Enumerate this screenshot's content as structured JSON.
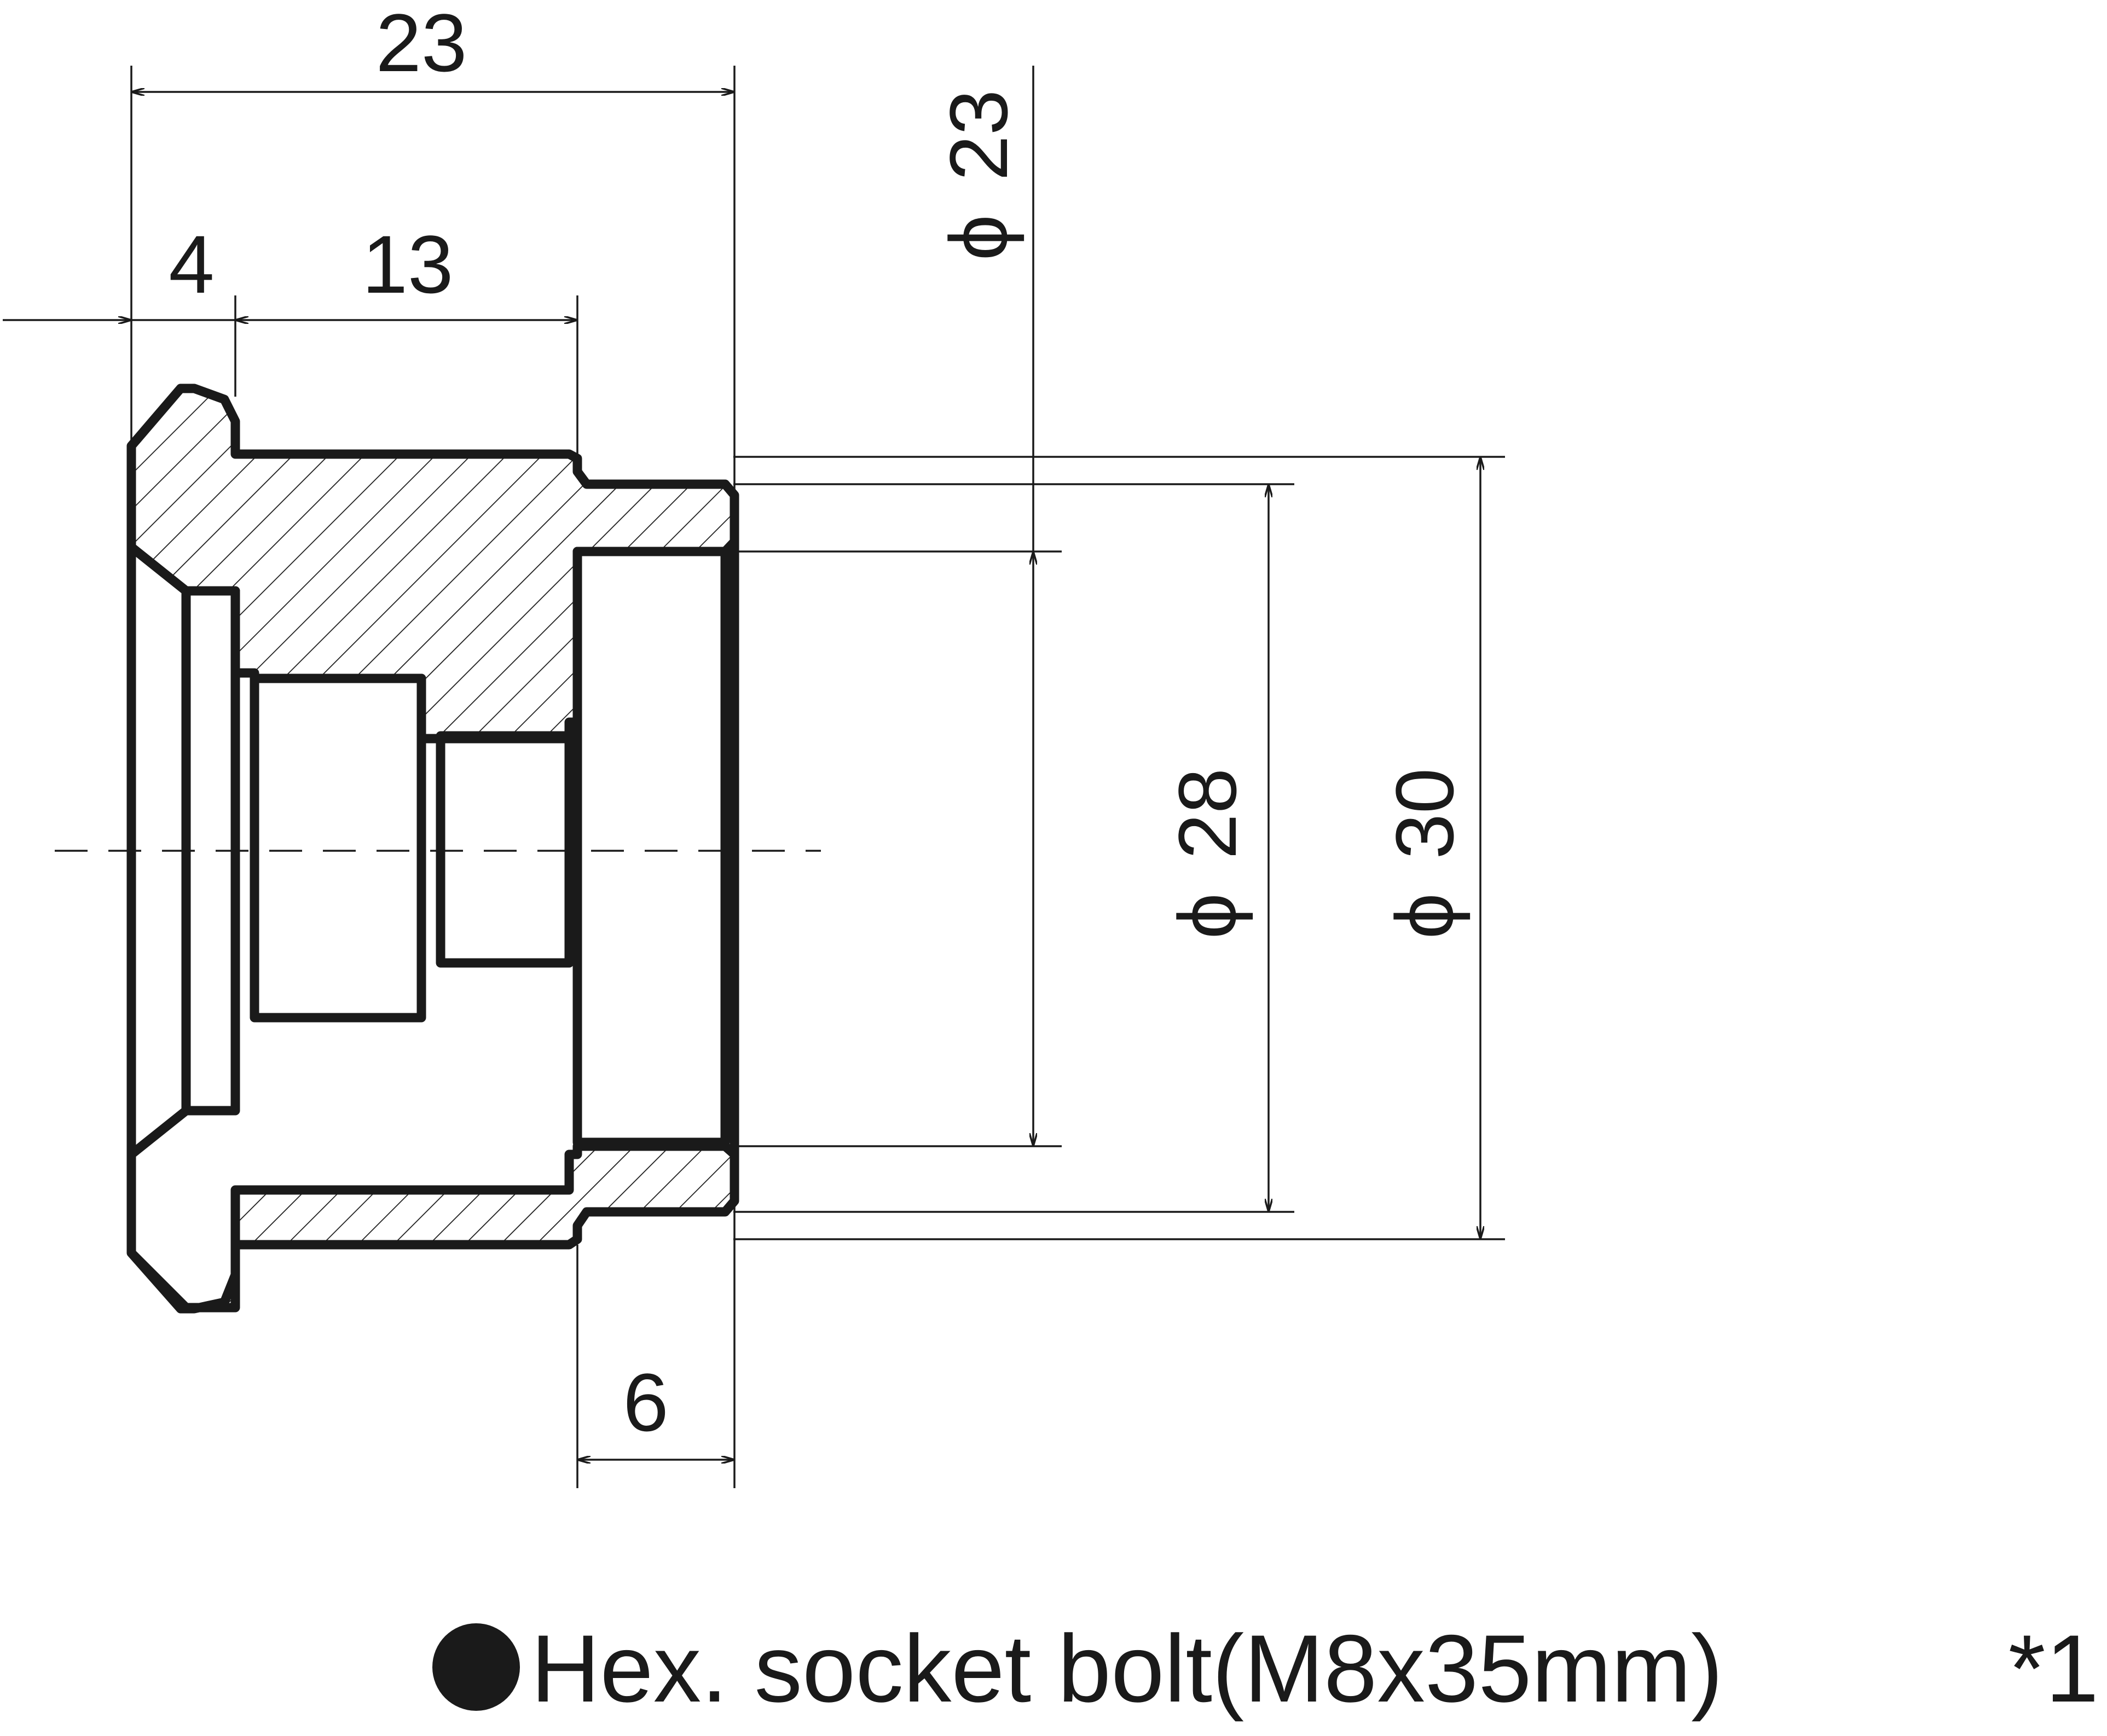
{
  "dimensions": {
    "overall_length": "23",
    "flange_length": "4",
    "body_length": "13",
    "head_length": "6",
    "bore_diameter": "23",
    "shoulder_diameter": "28",
    "outer_diameter": "30",
    "diameter_symbol": "ϕ"
  },
  "caption": {
    "bullet": "●",
    "text": "Hex. socket bolt(M8x35mm)",
    "note": "*1"
  },
  "colors": {
    "line": "#1a1a1a",
    "background": "#ffffff"
  }
}
